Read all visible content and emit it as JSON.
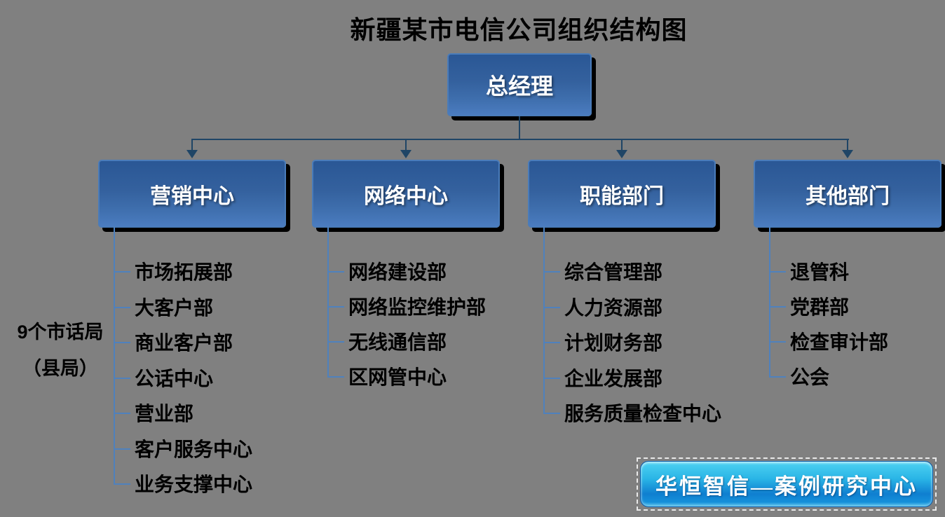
{
  "title": "新疆某市电信公司组织结构图",
  "root": {
    "label": "总经理"
  },
  "branches": [
    {
      "label": "营销中心",
      "items": [
        "市场拓展部",
        "大客户部",
        "商业客户部",
        "公话中心",
        "营业部",
        "客户服务中心",
        "业务支撑中心"
      ]
    },
    {
      "label": "网络中心",
      "items": [
        "网络建设部",
        "网络监控维护部",
        "无线通信部",
        "区网管中心"
      ]
    },
    {
      "label": "职能部门",
      "items": [
        "综合管理部",
        "人力资源部",
        "计划财务部",
        "企业发展部",
        "服务质量检查中心"
      ]
    },
    {
      "label": "其他部门",
      "items": [
        "退管科",
        "党群部",
        "检查审计部",
        "公会"
      ]
    }
  ],
  "side_note": {
    "line1": "9个市话局",
    "line2": "（县局）"
  },
  "watermark": {
    "text": "华恒智信—案例研究中心"
  },
  "colors": {
    "background": "#808080",
    "box_fill_top": "#2a5795",
    "box_fill_bottom": "#4b7cc0",
    "box_border": "#4a7cba",
    "box_shadow": "#000000",
    "box_text": "#ffffff",
    "connector": "#1f4566",
    "branch_line": "#4f81bd",
    "body_text": "#000000",
    "watermark_top": "#4ed2f2",
    "watermark_bottom": "#0f7fd0"
  }
}
